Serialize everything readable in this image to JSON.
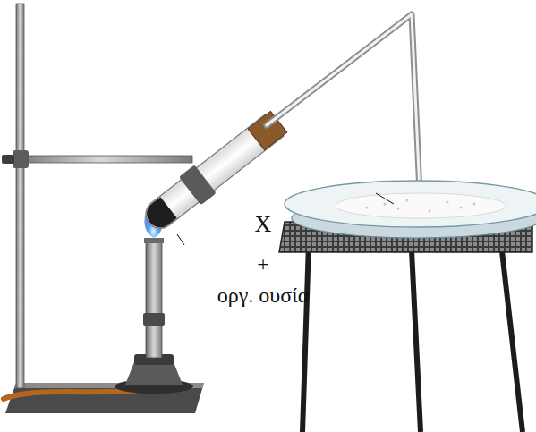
{
  "diagram": {
    "labels": [
      "X",
      "+",
      "οργ. ουσία"
    ]
  }
}
